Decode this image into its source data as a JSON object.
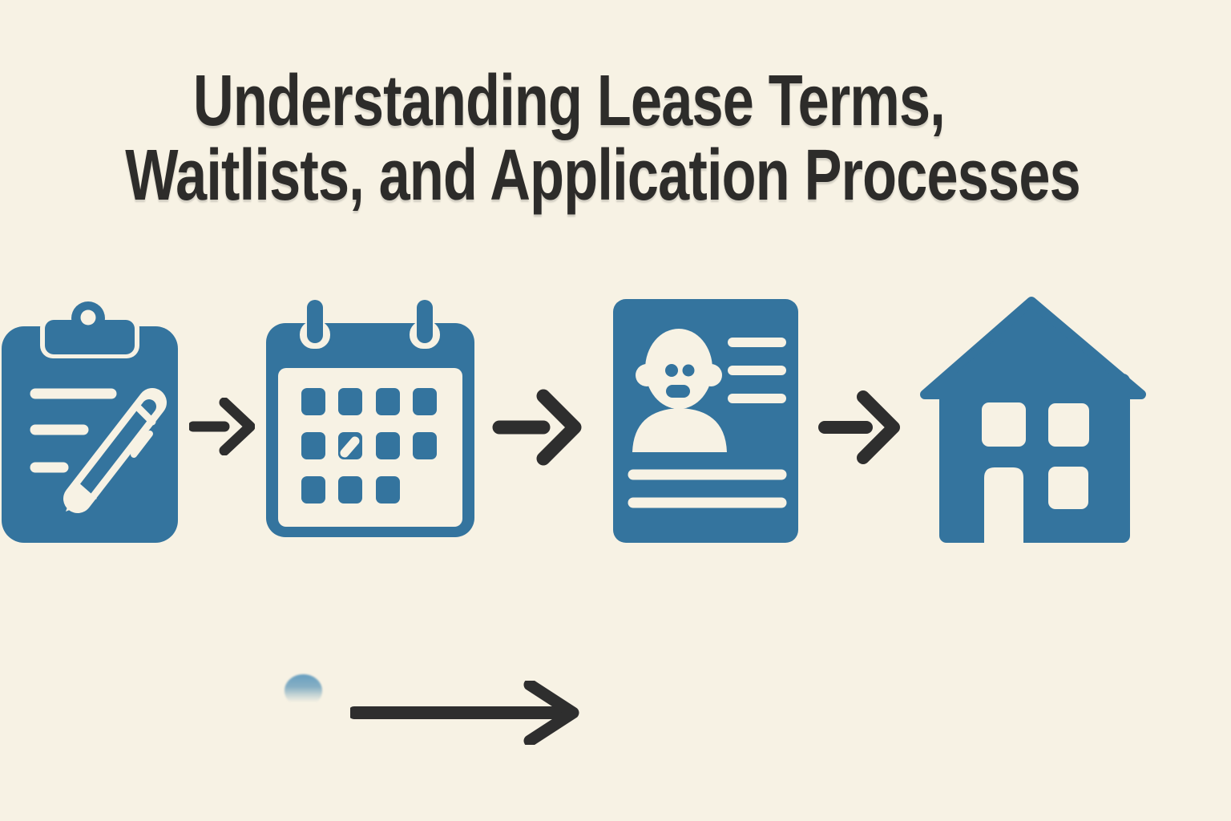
{
  "page": {
    "background_color": "#f7f2e4"
  },
  "title": {
    "line1": "Understanding Lease Terms,",
    "line2": "Waitlists, and Application Processes",
    "color": "#2d2c2a"
  },
  "flow": {
    "steps": [
      {
        "icon": "clipboard-pen-icon",
        "meaning": "lease-terms-clipboard"
      },
      {
        "icon": "calendar-icon",
        "meaning": "waitlist-calendar"
      },
      {
        "icon": "applicant-document-icon",
        "meaning": "application-profile"
      },
      {
        "icon": "house-icon",
        "meaning": "housing"
      }
    ],
    "connector_icon": "right-arrow-icon"
  },
  "footer": {
    "dot_icon": "blue-dot",
    "arrow_icon": "long-right-arrow-icon"
  },
  "colors": {
    "icon_blue": "#34749e",
    "icon_detail_cream": "#f7f2e4",
    "arrow_dark": "#2e2e2e",
    "footer_dot_blue": "#689fc0",
    "title_text": "#2d2c2a"
  }
}
